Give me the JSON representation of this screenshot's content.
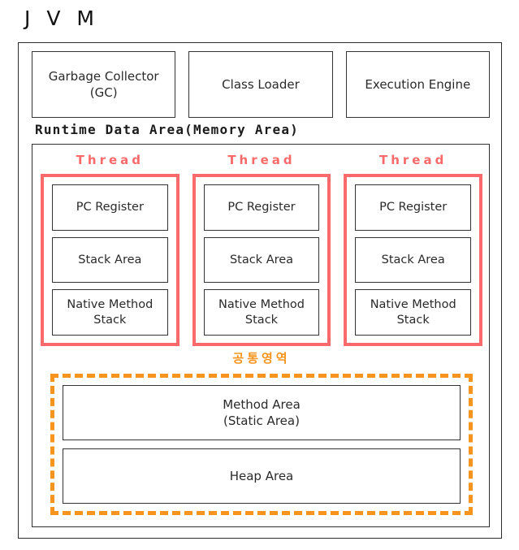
{
  "title": "J V M",
  "jvm": {
    "top_components": [
      {
        "name": "garbage-collector",
        "label": "Garbage Collector\n(GC)"
      },
      {
        "name": "class-loader",
        "label": "Class Loader"
      },
      {
        "name": "execution-engine",
        "label": "Execution Engine"
      }
    ],
    "runtime_data_area": {
      "label": "Runtime Data Area(Memory Area)",
      "threads": [
        {
          "label": "Thread",
          "items": [
            {
              "name": "pc-register",
              "label": "PC Register"
            },
            {
              "name": "stack-area",
              "label": "Stack Area"
            },
            {
              "name": "native-method-stack",
              "label": "Native Method\nStack"
            }
          ]
        },
        {
          "label": "Thread",
          "items": [
            {
              "name": "pc-register",
              "label": "PC Register"
            },
            {
              "name": "stack-area",
              "label": "Stack Area"
            },
            {
              "name": "native-method-stack",
              "label": "Native Method\nStack"
            }
          ]
        },
        {
          "label": "Thread",
          "items": [
            {
              "name": "pc-register",
              "label": "PC Register"
            },
            {
              "name": "stack-area",
              "label": "Stack Area"
            },
            {
              "name": "native-method-stack",
              "label": "Native Method\nStack"
            }
          ]
        }
      ],
      "shared_area": {
        "label": "공통영역",
        "items": [
          {
            "name": "method-area",
            "label": "Method Area\n(Static Area)"
          },
          {
            "name": "heap-area",
            "label": "Heap Area"
          }
        ]
      }
    }
  },
  "colors": {
    "thread_accent": "#fa6a6a",
    "shared_accent": "#f7941e",
    "box_border": "#333333",
    "frame_border": "#2b2b2b",
    "text": "#2a2a2a"
  }
}
